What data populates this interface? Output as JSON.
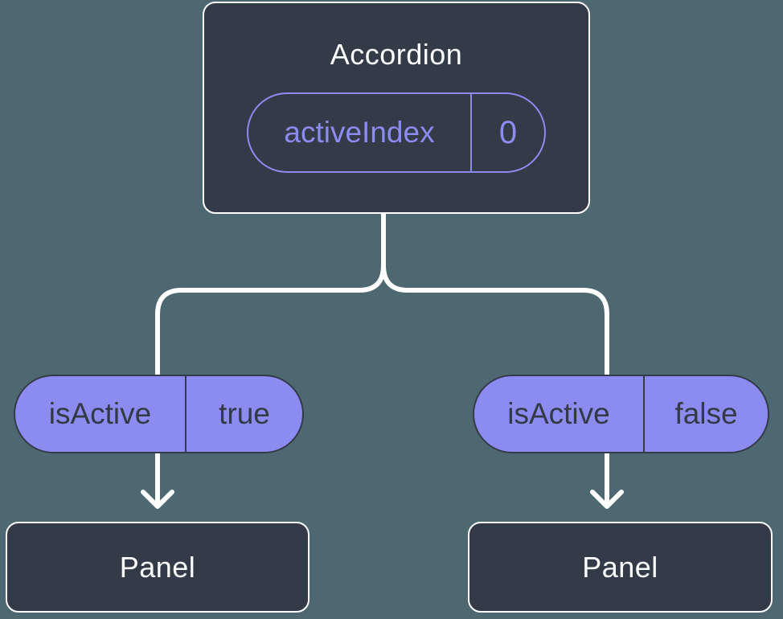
{
  "colors": {
    "background": "#4d6870",
    "node_fill": "#343b48",
    "node_border": "#ffffff",
    "accent_purple": "#8b8bf0",
    "pill_text": "#333945",
    "connector": "#ffffff"
  },
  "root": {
    "title": "Accordion",
    "state": {
      "label": "activeIndex",
      "value": "0"
    }
  },
  "children": [
    {
      "prop": {
        "label": "isActive",
        "value": "true"
      },
      "node": {
        "title": "Panel"
      }
    },
    {
      "prop": {
        "label": "isActive",
        "value": "false"
      },
      "node": {
        "title": "Panel"
      }
    }
  ]
}
